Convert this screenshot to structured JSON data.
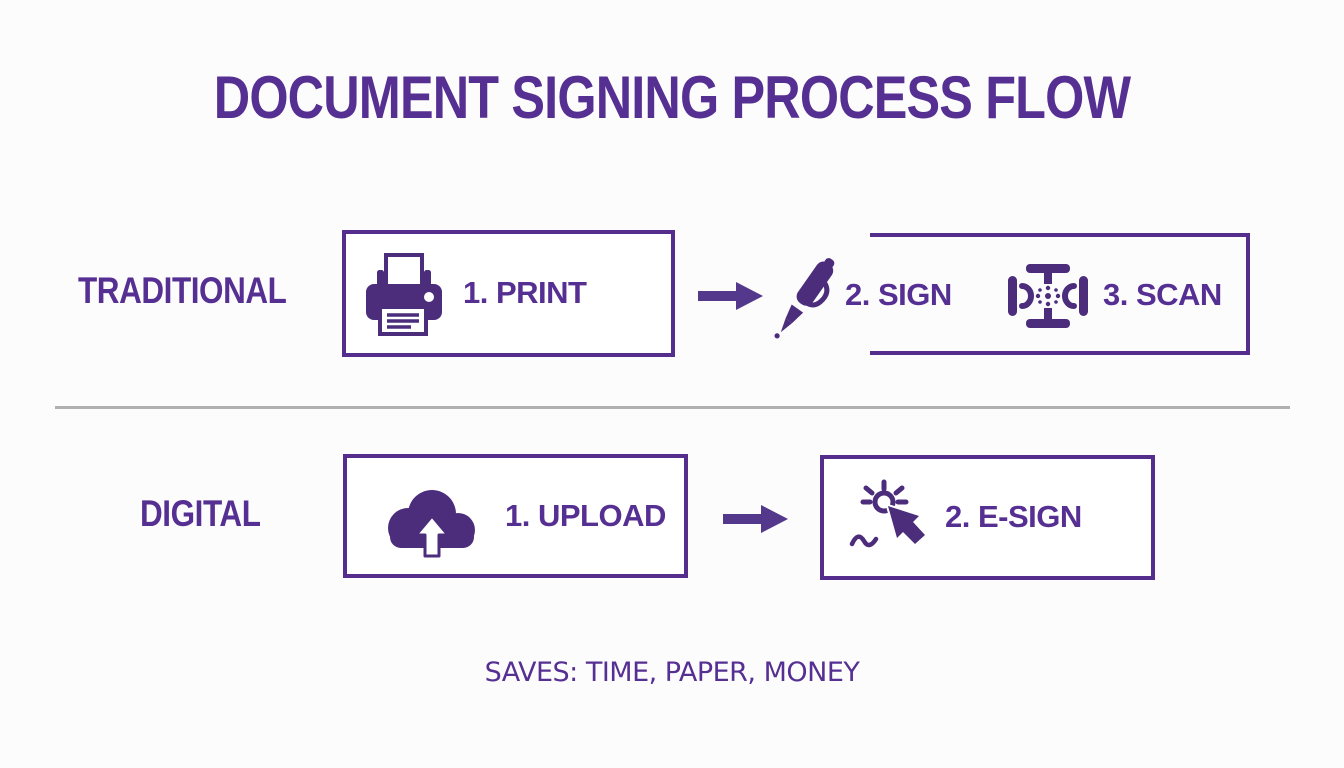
{
  "title": "DOCUMENT SIGNING PROCESS FLOW",
  "footer": "SAVES: TIME, PAPER, MONEY",
  "colors": {
    "text_purple": "#562f92",
    "icon_purple": "#4b2d7c",
    "border_purple": "#552d8c",
    "arrow_purple": "#53388c",
    "divider_gray": "#b0b0b3",
    "background": "#fcfcfd"
  },
  "rows": [
    {
      "label": "TRADITIONAL",
      "steps": [
        {
          "label": "1. PRINT",
          "icon": "printer-icon"
        },
        {
          "label": "2. SIGN",
          "icon": "pen-icon"
        },
        {
          "label": "3. SCAN",
          "icon": "scanner-icon"
        }
      ]
    },
    {
      "label": "DIGITAL",
      "steps": [
        {
          "label": "1. UPLOAD",
          "icon": "cloud-upload-icon"
        },
        {
          "label": "2. E-SIGN",
          "icon": "cursor-click-icon"
        }
      ]
    }
  ]
}
